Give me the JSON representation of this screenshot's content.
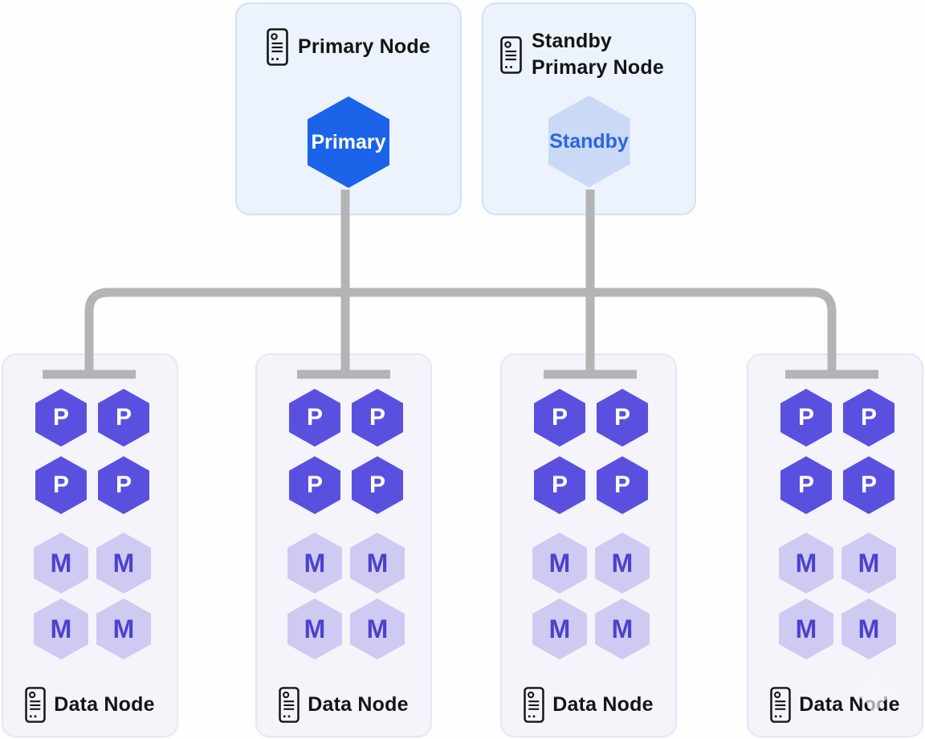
{
  "diagram": {
    "primary_node": {
      "title": "Primary Node",
      "hexagon_label": "Primary",
      "icon": "server-icon"
    },
    "standby_node": {
      "title": "Standby Primary Node",
      "hexagon_label": "Standby",
      "icon": "server-icon"
    },
    "data_nodes": [
      {
        "title": "Data Node",
        "shards": [
          {
            "label": "P",
            "type": "primary"
          },
          {
            "label": "P",
            "type": "primary"
          },
          {
            "label": "P",
            "type": "primary"
          },
          {
            "label": "P",
            "type": "primary"
          },
          {
            "label": "M",
            "type": "mirror"
          },
          {
            "label": "M",
            "type": "mirror"
          },
          {
            "label": "M",
            "type": "mirror"
          },
          {
            "label": "M",
            "type": "mirror"
          }
        ]
      },
      {
        "title": "Data Node",
        "shards": [
          {
            "label": "P",
            "type": "primary"
          },
          {
            "label": "P",
            "type": "primary"
          },
          {
            "label": "P",
            "type": "primary"
          },
          {
            "label": "P",
            "type": "primary"
          },
          {
            "label": "M",
            "type": "mirror"
          },
          {
            "label": "M",
            "type": "mirror"
          },
          {
            "label": "M",
            "type": "mirror"
          },
          {
            "label": "M",
            "type": "mirror"
          }
        ]
      },
      {
        "title": "Data Node",
        "shards": [
          {
            "label": "P",
            "type": "primary"
          },
          {
            "label": "P",
            "type": "primary"
          },
          {
            "label": "P",
            "type": "primary"
          },
          {
            "label": "P",
            "type": "primary"
          },
          {
            "label": "M",
            "type": "mirror"
          },
          {
            "label": "M",
            "type": "mirror"
          },
          {
            "label": "M",
            "type": "mirror"
          },
          {
            "label": "M",
            "type": "mirror"
          }
        ]
      },
      {
        "title": "Data Node",
        "shards": [
          {
            "label": "P",
            "type": "primary"
          },
          {
            "label": "P",
            "type": "primary"
          },
          {
            "label": "P",
            "type": "primary"
          },
          {
            "label": "P",
            "type": "primary"
          },
          {
            "label": "M",
            "type": "mirror"
          },
          {
            "label": "M",
            "type": "mirror"
          },
          {
            "label": "M",
            "type": "mirror"
          },
          {
            "label": "M",
            "type": "mirror"
          }
        ]
      }
    ],
    "watermark": {
      "icon": "sparkle-watermark-icon"
    },
    "colors": {
      "primary_hex_bg": "#1b63e8",
      "standby_hex_bg": "#c9d9f6",
      "standby_hex_text": "#2b66dc",
      "p_hex_bg": "#5a50e0",
      "m_hex_bg": "#cfcaf2",
      "m_hex_text": "#4b42cb",
      "connector": "#b4b4b4",
      "top_box_bg": "#edf3fc",
      "top_box_border": "#d2e1f6",
      "data_box_bg": "#f5f4fb",
      "data_box_border": "#e8e6f5"
    }
  }
}
